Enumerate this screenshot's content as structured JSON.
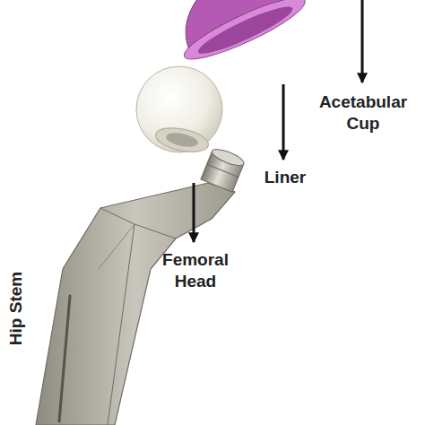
{
  "diagram": {
    "labels": [
      "Acetabular Cup",
      "Liner",
      "Femoral Head",
      "Hip Stem"
    ]
  }
}
